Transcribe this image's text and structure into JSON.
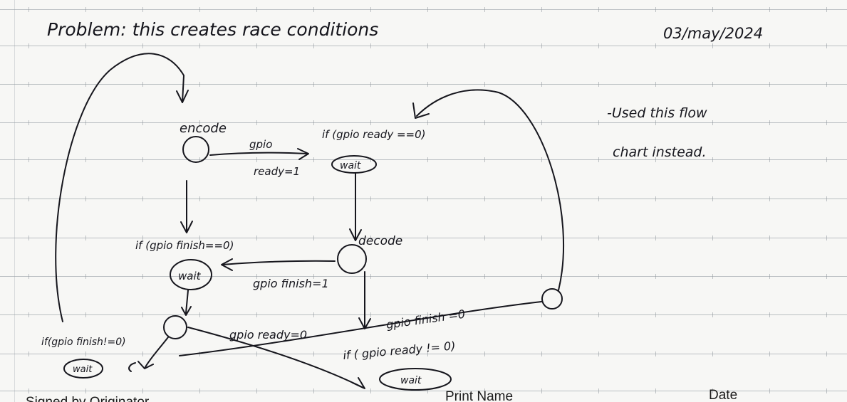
{
  "notes": {
    "header": "Problem: this creates race conditions",
    "date": "03/may/2024",
    "side_note_line1": "-Used this flow",
    "side_note_line2": "chart instead."
  },
  "diagram": {
    "encode_label": "encode",
    "gpio_label": "gpio",
    "ready_label": "ready=1",
    "cond_ready_zero": "if (gpio ready ==0)",
    "wait_1": "wait",
    "decode_label": "decode",
    "cond_finish_zero": "if (gpio finish==0)",
    "wait_2": "wait",
    "finish_one": "gpio finish=1",
    "cond_finish_nonzero": "if(gpio finish!=0)",
    "wait_3": "wait",
    "ready_zero": "gpio ready=0",
    "finish_zero": "gpio finish =0",
    "cond_ready_nonzero": "if ( gpio ready != 0)",
    "wait_4": "wait"
  },
  "footer": {
    "signed_by": "Signed by Originator",
    "print_name": "Print Name",
    "date": "Date"
  }
}
